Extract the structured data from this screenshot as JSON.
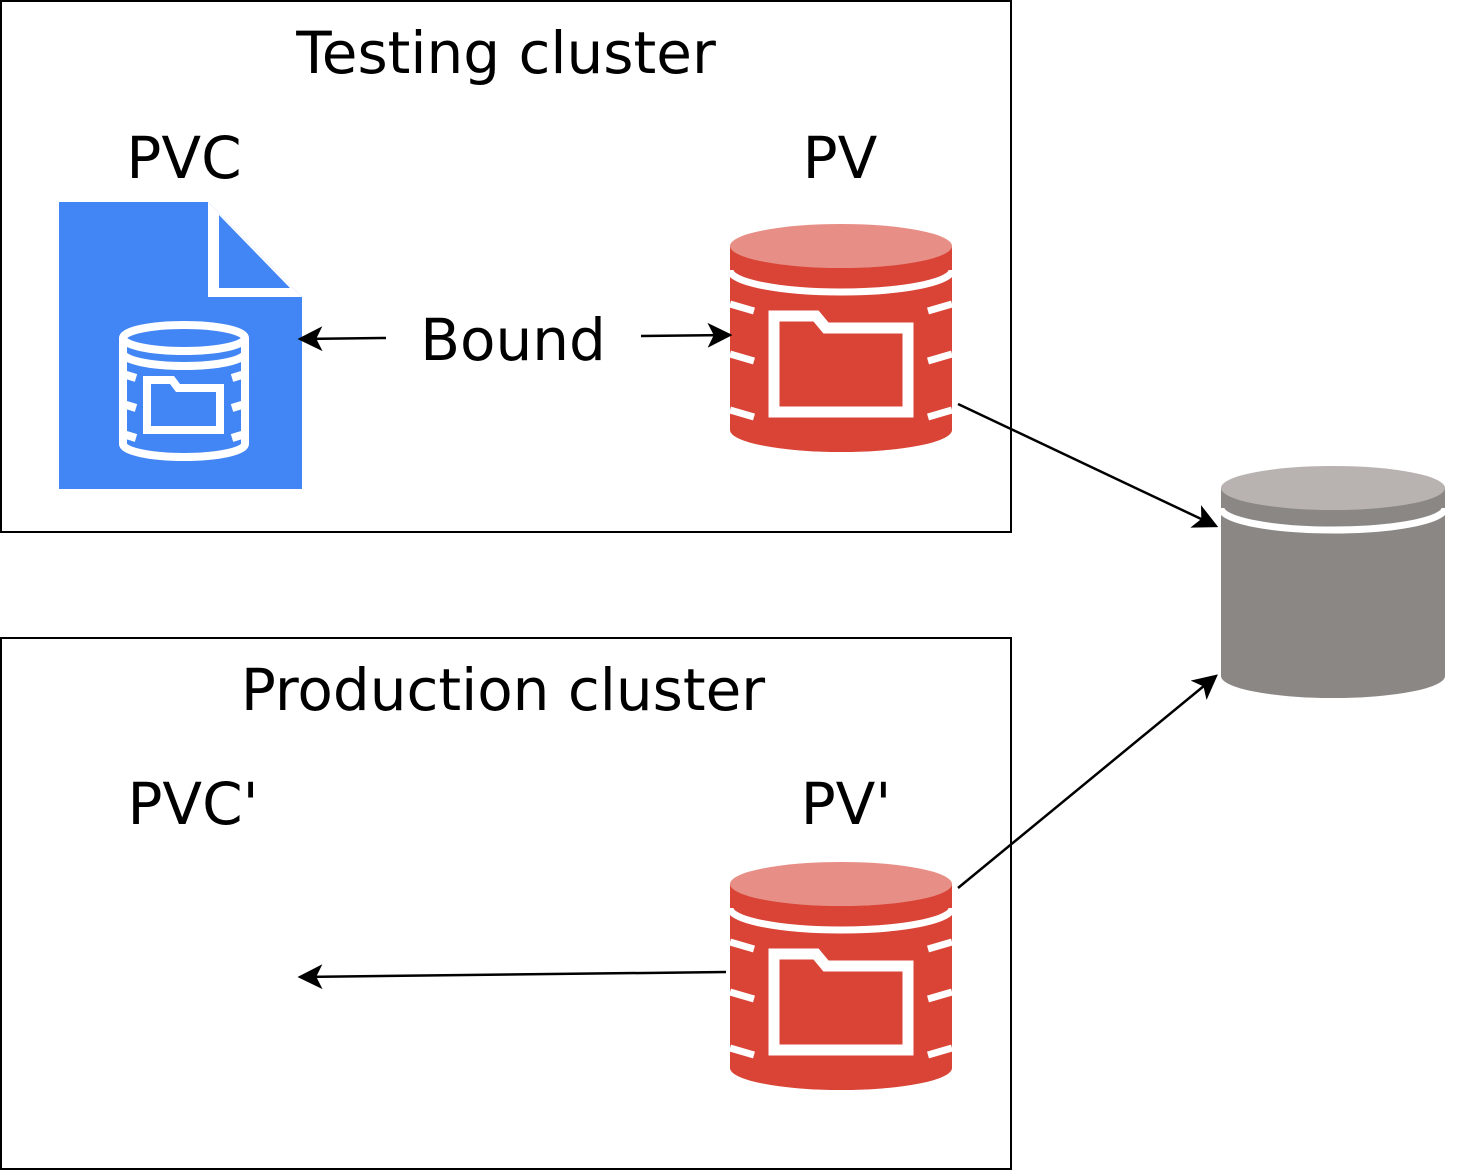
{
  "testing_cluster": {
    "title": "Testing cluster",
    "pvc_label": "PVC",
    "pv_label": "PV",
    "bound_label": "Bound"
  },
  "production_cluster": {
    "title": "Production cluster",
    "pvc_label": "PVC'",
    "pv_label": "PV'"
  },
  "colors": {
    "pvc_blue": "#4285f4",
    "pv_red": "#d94436",
    "pv_red_top": "#e78f86",
    "storage_gray": "#8b8785",
    "storage_gray_top": "#b8b2b1"
  },
  "icons": {
    "pvc": "pvc-document-icon",
    "pv": "pv-cylinder-folder-icon",
    "storage": "storage-cylinder-icon"
  }
}
